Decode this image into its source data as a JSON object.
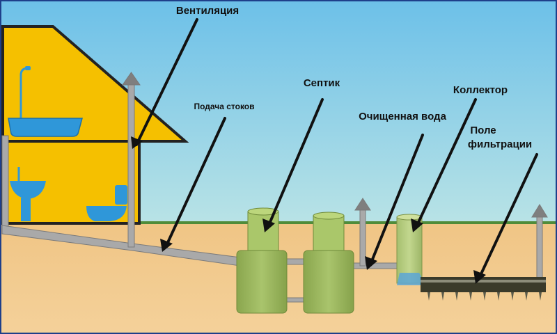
{
  "labels": {
    "ventilation": "Вентиляция",
    "drain_supply": "Подача стоков",
    "septic": "Септик",
    "treated_water": "Очищенная вода",
    "collector": "Коллектор",
    "filtration_field_line1": "Поле",
    "filtration_field_line2": "фильтрации"
  },
  "colors": {
    "sky": "#8fd0e0",
    "ground": "#f2c98a",
    "grass": "#4f8c3a",
    "house": "#f5c000",
    "fixture": "#2f97d9",
    "pipe": "#a9a9a9",
    "tank": "#9cb760",
    "tank_lid": "#aac76a",
    "gravel": "#3a3a2a",
    "arrow": "#111111"
  }
}
